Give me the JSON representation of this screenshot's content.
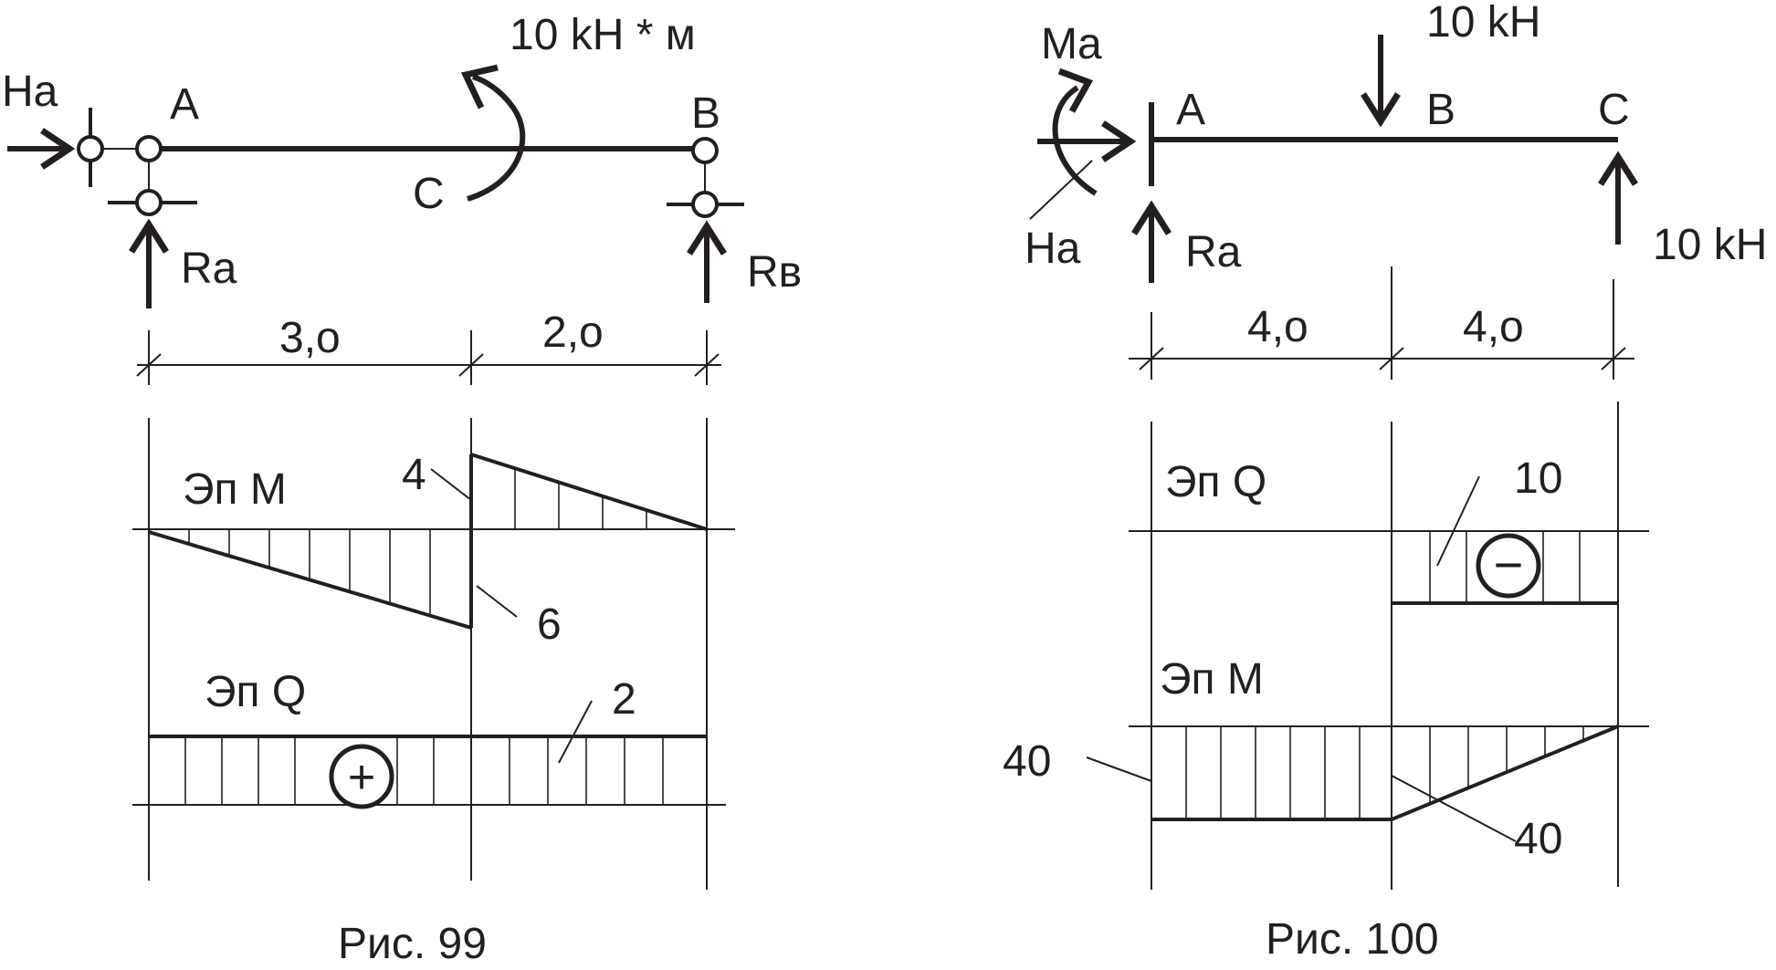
{
  "fig99": {
    "moment_label": "10 kH * м",
    "labels": {
      "ha": "Ha",
      "a": "A",
      "b": "B",
      "c": "C",
      "ra": "Ra",
      "rb": "Rв"
    },
    "dims": {
      "d1": "3,o",
      "d2": "2,o"
    },
    "ep_m": {
      "title": "Эп M",
      "v4": "4",
      "v6": "6"
    },
    "ep_q": {
      "title": "Эп Q",
      "v2": "2",
      "sign": "+"
    },
    "caption": "Рис. 99"
  },
  "fig100": {
    "force_label": "10 kH",
    "reaction_label": "10 kH",
    "labels": {
      "ma": "Ma",
      "ha": "Ha",
      "a": "A",
      "b": "B",
      "c": "C",
      "ra": "Ra"
    },
    "dims": {
      "d1": "4,o",
      "d2": "4,o"
    },
    "ep_q": {
      "title": "Эп Q",
      "v10": "10",
      "sign": "−"
    },
    "ep_m": {
      "title": "Эп M",
      "v40_left": "40",
      "v40_right": "40"
    },
    "caption": "Рис. 100"
  }
}
